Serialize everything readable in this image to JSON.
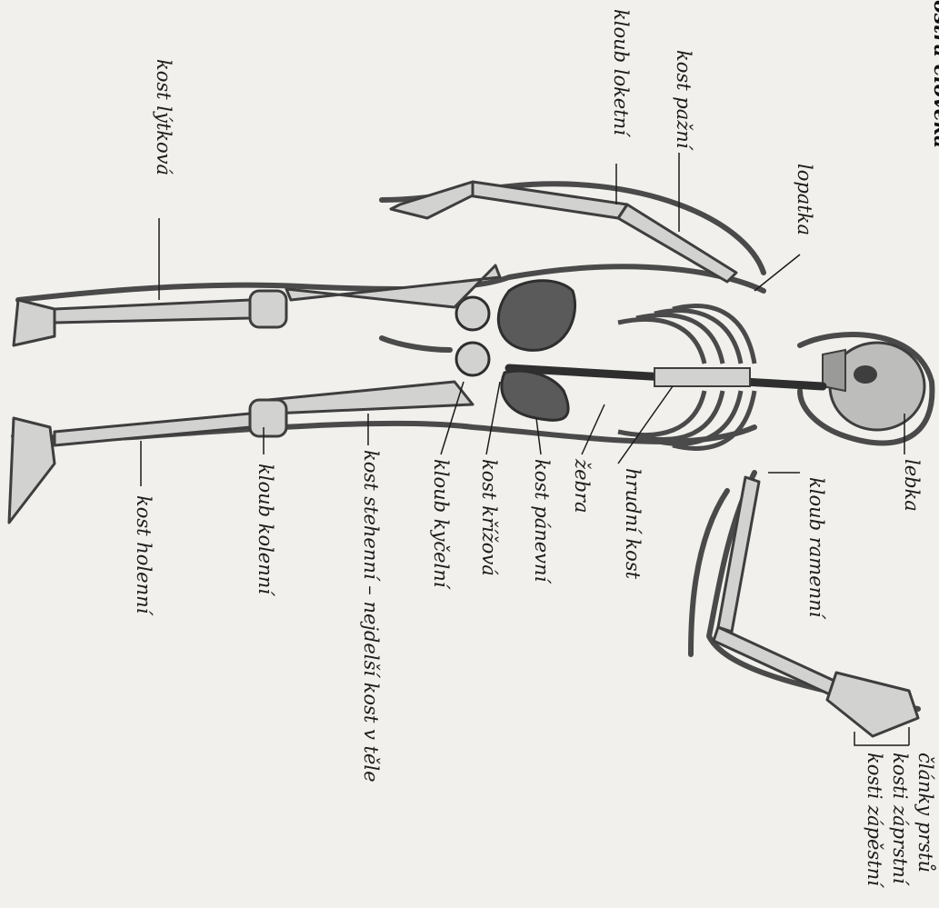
{
  "title": "ostra člověka",
  "labels": {
    "lebka": "lebka",
    "kloub_ramenni": "kloub ramenní",
    "hrudni_kost": "hrudní kost",
    "zebra": "žebra",
    "kost_panevni": "kost pánevní",
    "kost_krizova": "kost křížová",
    "kloub_kycelni": "kloub kyčelní",
    "kost_stehenni": "kost stehenní – nejdelší kost v těle",
    "kloub_kolenni": "kloub kolenní",
    "kost_holenni": "kost holenní",
    "kost_lytkova": "kost lýtková",
    "kloub_loketni": "kloub loketní",
    "kost_pazni": "kost pažní",
    "lopatka": "lopatka",
    "clanky_prstu": "články prstů",
    "kosti_zaprstni": "kosti záprstní",
    "kosti_zapestni": "kosti zápěstní"
  },
  "colors": {
    "ink": "#1c1c1c",
    "bone_light": "#d2d2d0",
    "bone_dark": "#3e3e3e",
    "paper": "#f1f0ec"
  }
}
